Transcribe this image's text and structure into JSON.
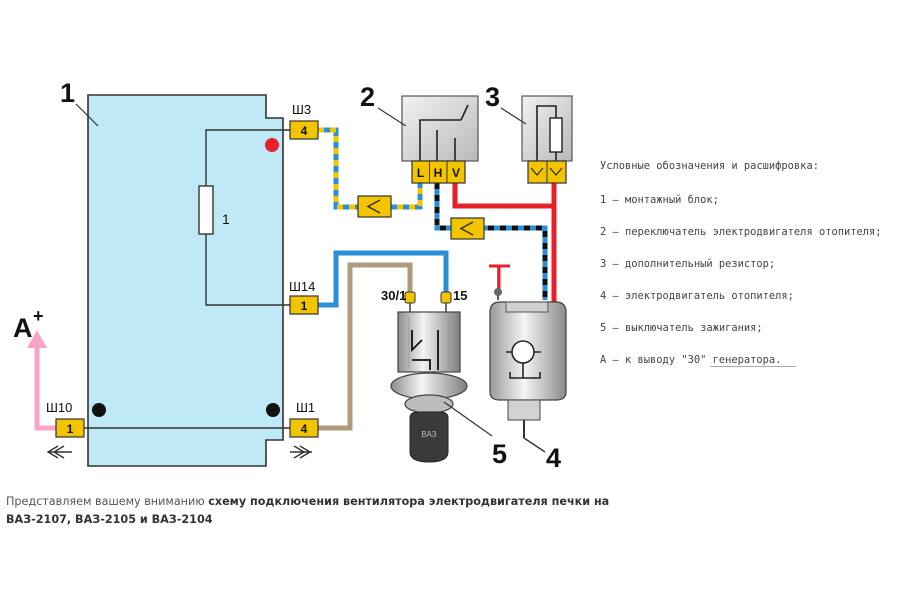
{
  "labels": {
    "unit1": "1",
    "unit2": "2",
    "unit3": "3",
    "unit4": "4",
    "unit5": "5",
    "fuse": "1",
    "a_plus": "A",
    "plus": "+"
  },
  "connectors": {
    "sh3": "Ш3",
    "sh3_pin": "4",
    "sh14": "Ш14",
    "sh14_pin": "1",
    "sh1": "Ш1",
    "sh1_pin": "4",
    "sh10": "Ш10",
    "sh10_pin": "1"
  },
  "switch_pins": [
    "L",
    "H",
    "V"
  ],
  "ignition_terminals": {
    "t30": "30/1",
    "t15": "15"
  },
  "key_text": "ВАЗ",
  "legend": {
    "title": "Условные обозначения и расшифровка:",
    "items": [
      "1 – монтажный блок;",
      "2 – переключатель электродвигателя отопителя;",
      "3 – дополнительный резистор;",
      "4 – электродвигатель отопителя;",
      "5 – выключатель зажигания;",
      "А – к выводу \"30\" генератора."
    ]
  },
  "caption": {
    "prefix": "Представляем вашему вниманию ",
    "bold": "схему подключения вентилятора электродвигателя печки на ВАЗ-2107, ВАЗ-2105 и ВАЗ-2104"
  },
  "colors": {
    "block": "#bfe9f7",
    "connector": "#f2c500",
    "wire_blue": "#2a8fd6",
    "wire_yellow": "#f2c500",
    "wire_red": "#e8202a",
    "wire_black": "#111111",
    "wire_brown": "#b09a7e",
    "wire_pink": "#f6a5c9"
  }
}
